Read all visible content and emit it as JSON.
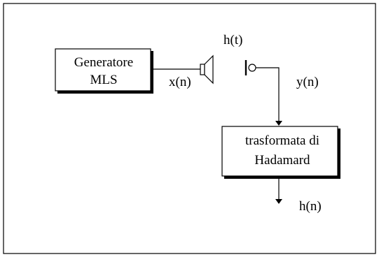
{
  "diagram": {
    "generator": {
      "line1": "Generatore",
      "line2": "MLS"
    },
    "transform": {
      "line1": "trasformata di",
      "line2": "Hadamard"
    },
    "labels": {
      "input_signal": "x(n)",
      "impulse_response": "h(t)",
      "recorded_signal": "y(n)",
      "output_signal": "h(n)"
    }
  }
}
